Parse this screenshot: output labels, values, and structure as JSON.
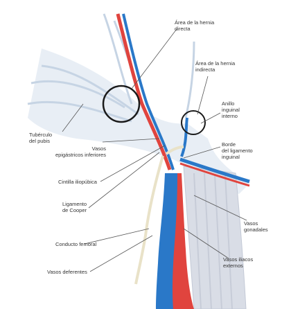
{
  "labels": {
    "area_directa": [
      "Área de la hernia",
      "directa"
    ],
    "area_indirecta": [
      "Área de la hernia",
      "indirecta"
    ],
    "anillo": [
      "Anillo",
      "inguinal",
      "interno"
    ],
    "tuberculo": [
      "Tubérculo",
      "del pubis"
    ],
    "vasos_epig": [
      "Vasos",
      "epigástricos inferiores"
    ],
    "borde": [
      "Borde",
      "del ligamento",
      "inguinal"
    ],
    "cintilla": "Cintilla iliopúbica",
    "cooper": [
      "Ligamento",
      "de Cooper"
    ],
    "femoral": "Conducto femoral",
    "gonadales": [
      "Vasos",
      "gonadales"
    ],
    "deferentes": "Vasos deferentes",
    "iliacos": [
      "Vasos iliacos",
      "externos"
    ]
  },
  "colors": {
    "artery": "#e0443e",
    "vein": "#2a78c8",
    "muscle": "#d9dde6",
    "fascia": "#b9c9dc",
    "nerve": "#e9e2c8",
    "ring": "#1a1a1a"
  }
}
